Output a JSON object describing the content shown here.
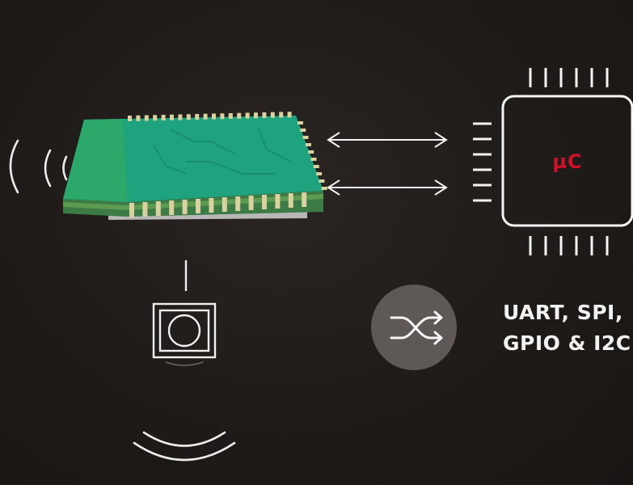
{
  "microcontroller": {
    "label": "µC"
  },
  "interfaces": {
    "line1": "UART, SPI,",
    "line2": "GPIO & I2C"
  },
  "colors": {
    "background": "#1f1b19",
    "pcb": "#1fa27e",
    "pcb_edge": "#5a8a3a",
    "pins": "#d9d2a0",
    "outline": "#f5f5f5",
    "accent": "#d0102a",
    "shuffle_circle": "#5e5856"
  },
  "icons": [
    "wireless-signal-icon",
    "arrow-bidirectional-icon",
    "chip-icon",
    "antenna-icon",
    "shuffle-icon"
  ]
}
